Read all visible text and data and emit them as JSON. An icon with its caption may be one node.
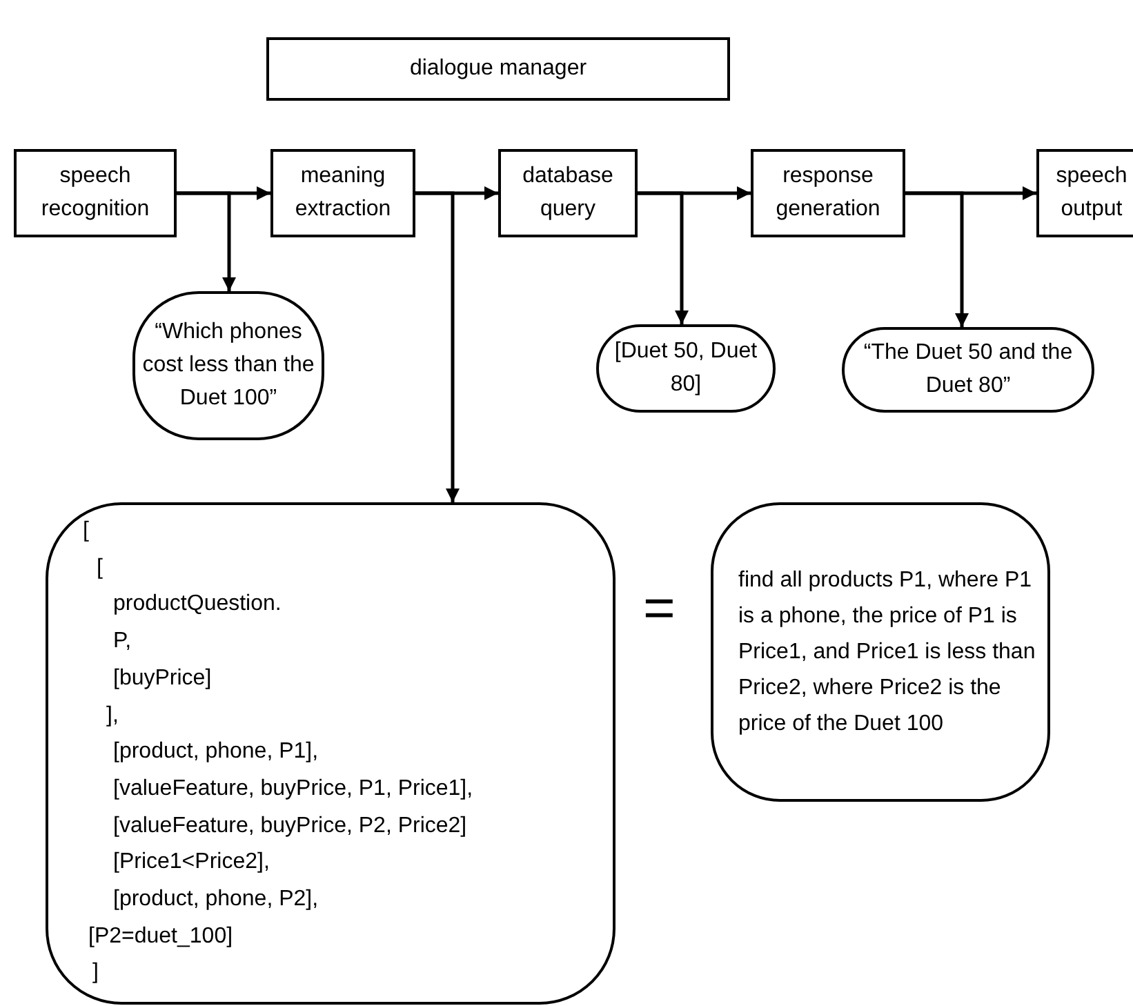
{
  "diagram": {
    "nodes": [
      {
        "text": [
          "dialogue manager"
        ]
      },
      {
        "text": [
          "speech recognition"
        ]
      },
      {
        "text": [
          "meaning extraction"
        ]
      },
      {
        "text": [
          "database query"
        ]
      },
      {
        "text": [
          "response generation"
        ]
      },
      {
        "text": [
          "speech output"
        ]
      },
      {
        "text": [
          "“Which phones cost less than the Duet 100”"
        ]
      },
      {
        "text": [
          "[Duet 50, Duet 80]"
        ]
      },
      {
        "text": [
          "“The Duet 50 and the Duet 80”"
        ]
      },
      {
        "text": [
          "[",
          "[",
          "productQuestion.",
          "P,",
          "[buyPrice]",
          "],",
          "[product, phone, P1],",
          "[valueFeature, buyPrice, P1, Price1],",
          "[valueFeature, buyPrice, P2, Price2]",
          "[Price1<Price2],",
          "[product, phone, P2],",
          "[P2=duet_100]",
          "]"
        ]
      },
      {
        "text": [
          "find all products P1, where P1 is a phone, the price of P1 is Price1, and Price1 is less than Price2, where Price2 is the price of the Duet 100"
        ]
      }
    ],
    "edges": [
      {
        "from": 1,
        "to": 2,
        "arrow": "to"
      },
      {
        "from": 2,
        "to": 3,
        "arrow": "to"
      },
      {
        "from": 3,
        "to": 4,
        "arrow": "to"
      },
      {
        "from": 4,
        "to": 5,
        "arrow": "to"
      },
      {
        "from": 1,
        "to": 6,
        "arrow": "to"
      },
      {
        "from": 2,
        "to": 9,
        "arrow": "to"
      },
      {
        "from": 3,
        "to": 7,
        "arrow": "to"
      },
      {
        "from": 4,
        "to": 8,
        "arrow": "to"
      }
    ],
    "labels": [
      "="
    ]
  }
}
